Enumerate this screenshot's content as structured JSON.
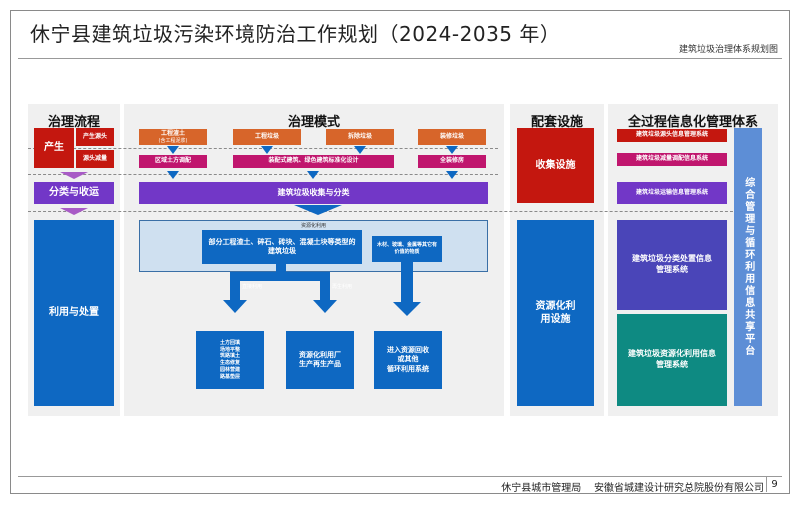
{
  "header": {
    "title": "休宁县建筑垃圾污染环境防治工作规划（2024-2035 年）",
    "subtitle": "建筑垃圾治理体系规划图"
  },
  "footer": {
    "org1": "休宁县城市管理局",
    "org2": "安徽省城建设计研究总院股份有限公司",
    "page": "9"
  },
  "col1": {
    "header": "治理流程",
    "produce": "产生",
    "source": "产生源头",
    "reduce": "源头减量",
    "sort": "分类与收运",
    "use": "利用与处置"
  },
  "col2": {
    "header": "治理模式",
    "types": [
      {
        "label": "工程渣土",
        "sub": "(含工程泥浆)"
      },
      {
        "label": "工程垃圾",
        "sub": ""
      },
      {
        "label": "拆除垃圾",
        "sub": ""
      },
      {
        "label": "装修垃圾",
        "sub": ""
      }
    ],
    "measures": [
      "区域土方调配",
      "装配式建筑、绿色建筑标准化设计",
      "全装修房"
    ],
    "collect": "建筑垃圾收集与分类",
    "resource_label": "资源化利用",
    "inner1": "部分工程渣土、碎石、砖块、混凝土块等类型的建筑垃圾",
    "inner2": "木材、玻璃、金属等其它有价值的物质",
    "arrow_labels": [
      "直接利用",
      "再生利用"
    ],
    "results": [
      [
        "土方回填",
        "场地平整",
        "筑路填土",
        "生态修复",
        "园林营建",
        "路基垫层"
      ],
      [
        "资源化利用厂",
        "生产再生产品"
      ],
      [
        "进入资源回收",
        "或其他",
        "循环利用系统"
      ]
    ]
  },
  "col3": {
    "header": "配套设施",
    "collect": "收集设施",
    "resource": "资源化利用设施"
  },
  "col4": {
    "header": "全过程信息化管理体系",
    "systems": [
      "建筑垃圾源头信息管理系统",
      "建筑垃圾减量调配信息系统",
      "建筑垃圾运输信息管理系统"
    ],
    "big1": "建筑垃圾分类处置信息管理系统",
    "big2": "建筑垃圾资源化利用信息管理系统",
    "platform": "综合管理与循环利用信息共享平台"
  },
  "colors": {
    "red": "#c4170f",
    "orange": "#d7652a",
    "magenta": "#c0166e",
    "purple": "#7237c7",
    "blue": "#0e68c2",
    "indigo": "#4a45b8",
    "teal": "#0e8a82",
    "light_blue": "#cfe0f0"
  }
}
